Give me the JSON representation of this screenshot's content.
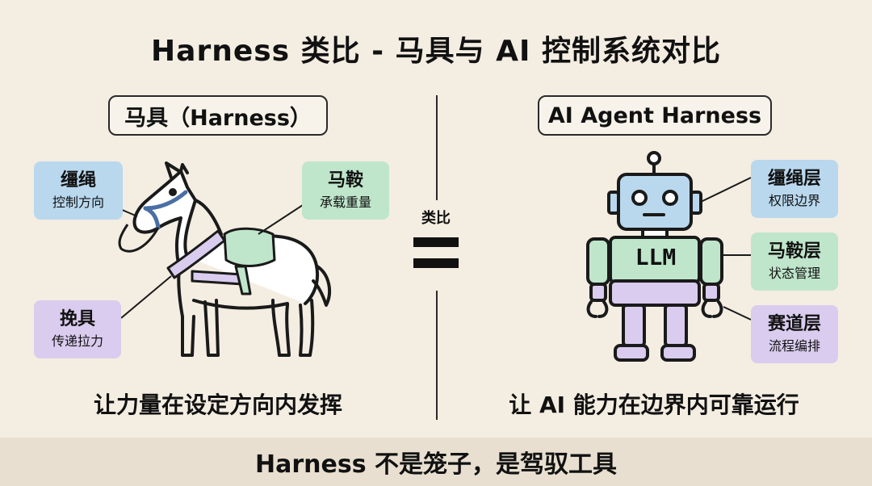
{
  "title": "Harness 类比 - 马具与 AI 控制系统对比",
  "left": {
    "header": "马具（Harness）",
    "tags": [
      {
        "main": "缰绳",
        "sub": "控制方向"
      },
      {
        "main": "马鞍",
        "sub": "承载重量"
      },
      {
        "main": "挽具",
        "sub": "传递拉力"
      }
    ],
    "caption": "让力量在设定方向内发挥"
  },
  "center": {
    "label": "类比"
  },
  "right": {
    "header": "AI Agent Harness",
    "robot_text": "LLM",
    "tags": [
      {
        "main": "缰绳层",
        "sub": "权限边界"
      },
      {
        "main": "马鞍层",
        "sub": "状态管理"
      },
      {
        "main": "赛道层",
        "sub": "流程编排"
      }
    ],
    "caption": "让 AI 能力在边界内可靠运行"
  },
  "footer": "Harness 不是笼子，是驾驭工具",
  "colors": {
    "background": "#f4ede2",
    "rein_blue": "#b9d8ee",
    "saddle_green": "#bfe6cb",
    "harness_purple": "#d9ccee",
    "footer_band": "#e8dfd0"
  }
}
